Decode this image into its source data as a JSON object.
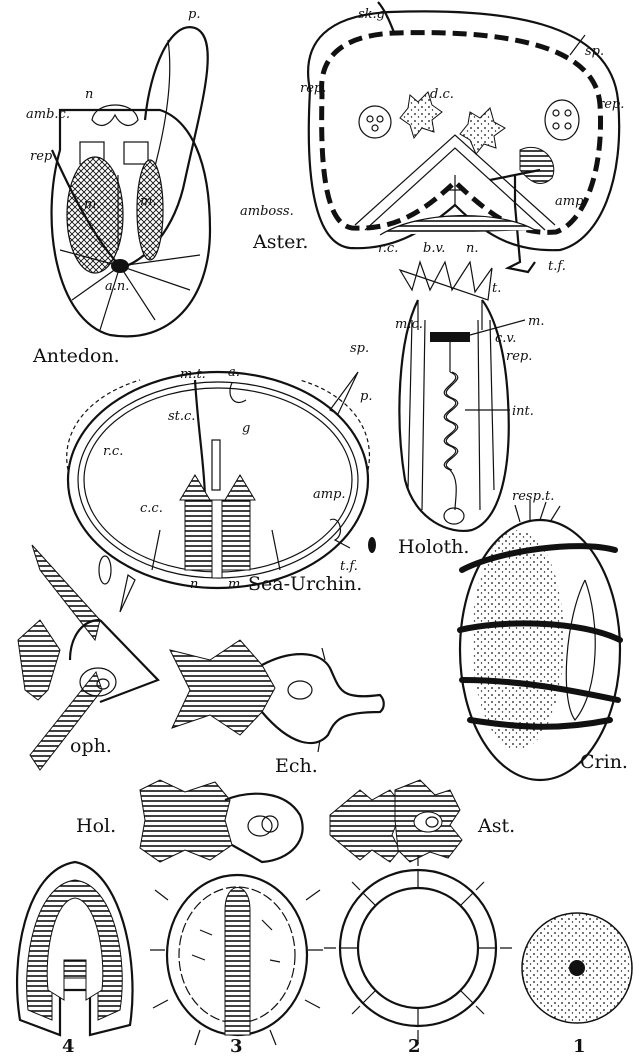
{
  "figures": {
    "antedon": {
      "caption": "Antedon.",
      "labels": {
        "p": "p.",
        "n": "n",
        "ambc": "amb.c.",
        "rep": "rep",
        "m1": "m.",
        "m2": "m.",
        "an": "a.n."
      }
    },
    "aster": {
      "caption": "Aster.",
      "labels": {
        "skg": "sk.g.",
        "sp": "sp.",
        "rep1": "rep.",
        "dc": "d.c.",
        "rep2": "rep.",
        "amboss": "amboss.",
        "amp": "amp.",
        "rc": "r.c.",
        "bv": "b.v.",
        "n": "n.",
        "tf": "t.f."
      }
    },
    "holoth": {
      "caption": "Holoth.",
      "labels": {
        "t": "t.",
        "m": "m.",
        "mc": "m.c.",
        "cv": "c.v.",
        "rep": "rep.",
        "int": "int."
      }
    },
    "urchin": {
      "caption": "Sea-Urchin.",
      "labels": {
        "mt": "m.t.",
        "a": "a.",
        "sp": "sp.",
        "p": "p.",
        "stc": "st.c.",
        "g": "g",
        "rc": "r.c.",
        "cc": "c.c.",
        "amp": "amp.",
        "tf": "t.f.",
        "n": "n",
        "m": "m"
      }
    },
    "crin": {
      "caption": "Crin.",
      "labels": {
        "respt": "resp.t."
      }
    },
    "larvae": {
      "oph": "oph.",
      "ech": "Ech.",
      "hol": "Hol.",
      "ast": "Ast."
    },
    "embryo": {
      "n4": "4",
      "n3": "3",
      "n2": "2",
      "n1": "1"
    }
  }
}
